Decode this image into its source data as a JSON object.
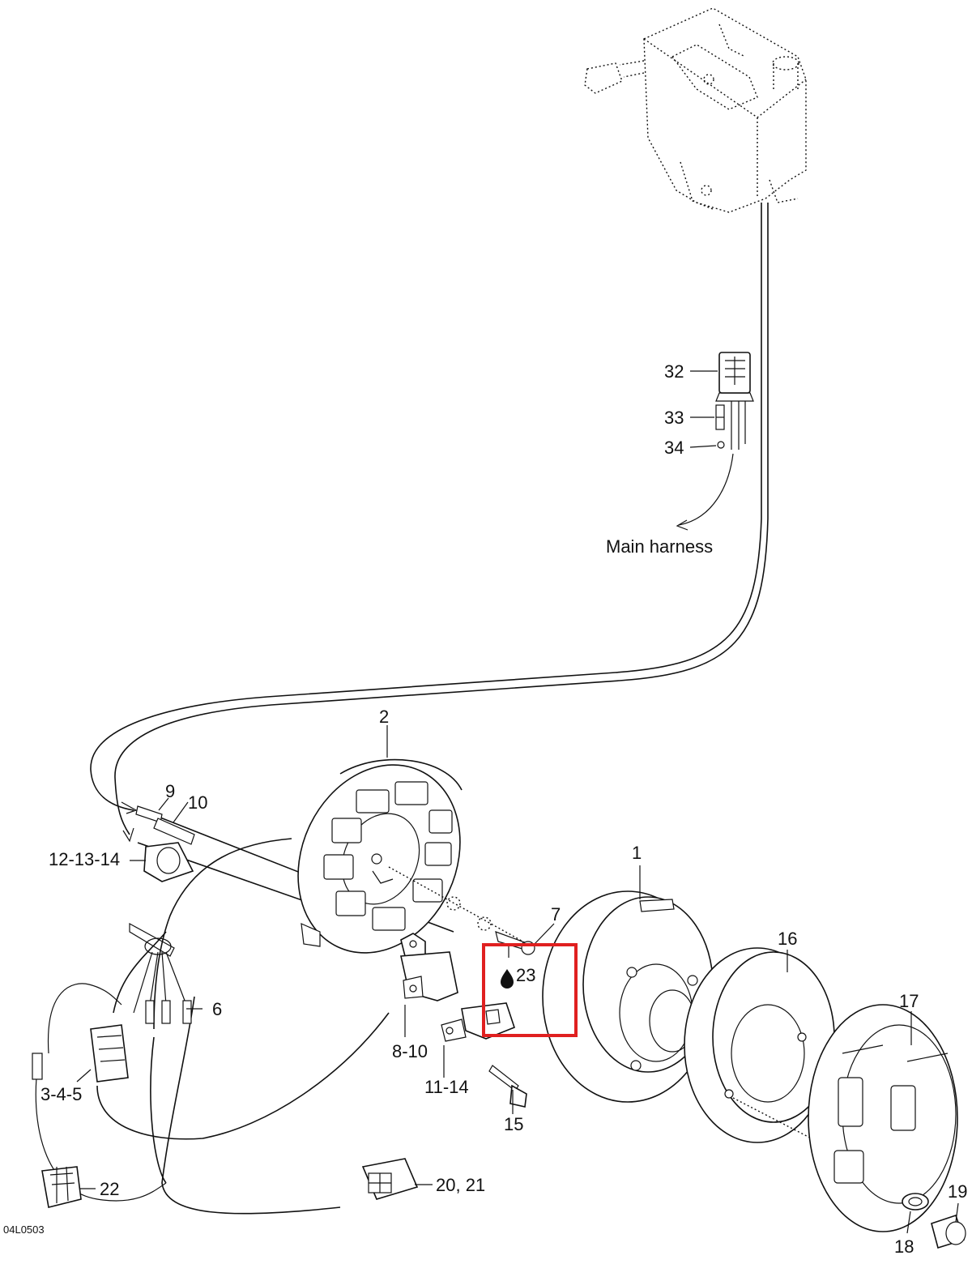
{
  "diagram": {
    "drawing_code": "04L0503",
    "main_harness_label": "Main harness",
    "callouts": {
      "c1": "1",
      "c2": "2",
      "c3_4_5": "3-4-5",
      "c6": "6",
      "c7": "7",
      "c8_10": "8-10",
      "c9": "9",
      "c10": "10",
      "c11_14": "11-14",
      "c12_13_14": "12-13-14",
      "c15": "15",
      "c16": "16",
      "c17": "17",
      "c18": "18",
      "c19": "19",
      "c20_21": "20, 21",
      "c22": "22",
      "c23": "23",
      "c32": "32",
      "c33": "33",
      "c34": "34"
    },
    "highlight": {
      "target": "23",
      "color": "#e02020"
    }
  }
}
